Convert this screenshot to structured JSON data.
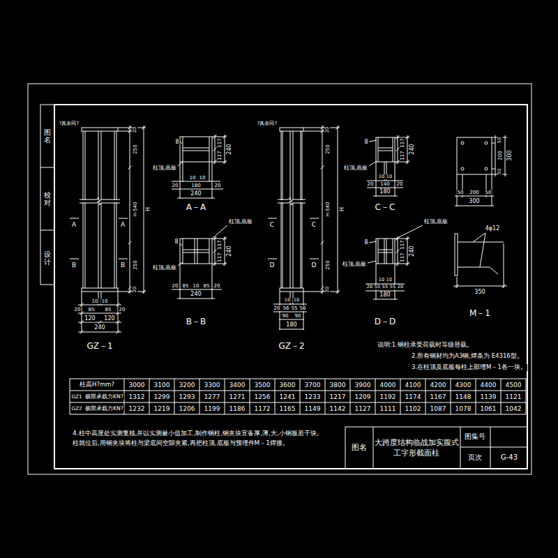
{
  "diagram": {
    "title": "大跨度结构临战加实腹式 工字形截面柱",
    "labels": [
      "图名",
      "校对",
      "设计",
      "?其余同?",
      "20",
      "250",
      "H-540",
      "250",
      "20",
      "H",
      "A",
      "A",
      "B",
      "B",
      "10",
      "10",
      "20",
      "85",
      "85",
      "20",
      "120",
      "120",
      "240",
      "GZ－1",
      "8",
      "柱顶,底板",
      "117",
      "117",
      "240",
      "10",
      "10",
      "20",
      "180",
      "20",
      "240",
      "A－A",
      "柱顶,底板",
      "8",
      "柱顶,底板",
      "117",
      "117",
      "240",
      "20",
      "85",
      "10",
      "85",
      "20",
      "240",
      "B－B",
      "?其余同?",
      "20",
      "250",
      "H-540",
      "250",
      "20",
      "H",
      "C",
      "C",
      "D",
      "D",
      "10",
      "10",
      "20",
      "56",
      "55",
      "56",
      "90",
      "90",
      "180",
      "GZ－2",
      "8",
      "柱顶,底板",
      "117",
      "117",
      "240",
      "10",
      "10",
      "20",
      "140",
      "20",
      "180",
      "C－C",
      "柱顶,底板",
      "8",
      "柱顶,底板",
      "117",
      "117",
      "240",
      "10",
      "10",
      "20",
      "55",
      "55",
      "55",
      "20",
      "180",
      "D－D",
      "50",
      "200",
      "50",
      "300",
      "50",
      "200",
      "50",
      "300",
      "4φ12",
      "350",
      "M－1",
      "说明:1.钢柱承受荷载时等级替载。",
      "2.所有钢材均为A3钢,焊条为 E4316型。",
      "3.在柱顶及底板每柱上部埋M－1各一块。",
      "4.柱中高度处实测复核,并以实测最小值加工,制作钢柱,钢夹块宜备厚,薄,大,小钢板若干块, 柱就位后,用钢夹块将柱与梁底间空隙夹紧,再把柱顶,底板与预埋件M－1焊接。",
      "图名",
      "图集号",
      "页次",
      "G-43",
      "柱高H?mm?",
      "3000",
      "3100",
      "3200",
      "3300",
      "3400",
      "3500",
      "3600",
      "3700",
      "3800",
      "3900",
      "4000",
      "4100",
      "4200",
      "4300",
      "4400",
      "4500",
      "GZ1",
      "极限承载力KN?",
      "1312",
      "1299",
      "1293",
      "1277",
      "1271",
      "1256",
      "1241",
      "1233",
      "1217",
      "1209",
      "1192",
      "1174",
      "1167",
      "1148",
      "1139",
      "1121",
      "GZ2",
      "极限承载力KN?",
      "1232",
      "1219",
      "1206",
      "1199",
      "1186",
      "1172",
      "1165",
      "1149",
      "1142",
      "1127",
      "1111",
      "1102",
      "1087",
      "1078",
      "1061",
      "1042"
    ]
  }
}
